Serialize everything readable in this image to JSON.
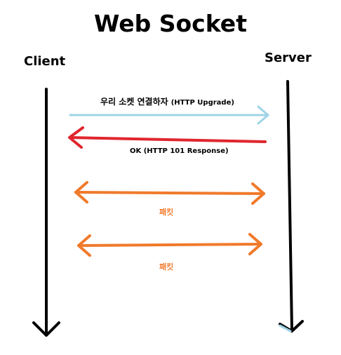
{
  "diagram": {
    "title": "Web Socket",
    "actors": {
      "client": "Client",
      "server": "Server"
    },
    "messages": [
      {
        "text": "우리 소켓 연결하자",
        "sub": "(HTTP Upgrade)",
        "color": "#9ed4e6"
      },
      {
        "text": "OK (HTTP 101 Response)",
        "color": "#e0262e"
      },
      {
        "text": "패킷",
        "color": "#f07a2b"
      },
      {
        "text": "패킷",
        "color": "#f07a2b"
      }
    ],
    "lifeline_color": "#000000"
  }
}
